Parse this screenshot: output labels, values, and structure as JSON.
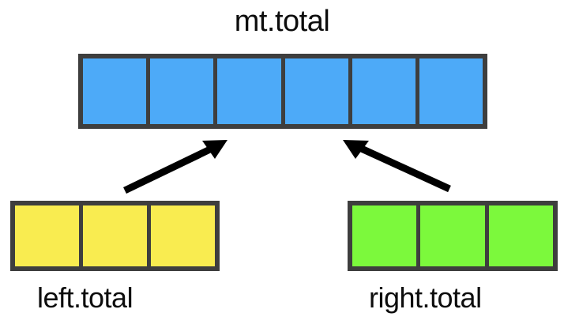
{
  "diagram": {
    "title_label": "mt.total",
    "background_color": "#ffffff",
    "border_color": "#3e3e3e",
    "arrow_color": "#000000",
    "arrays": [
      {
        "id": "mt-total",
        "label": "mt.total",
        "label_position": "above",
        "cell_count": 6,
        "fill_color": "#4daaf8"
      },
      {
        "id": "left-total",
        "label": "left.total",
        "label_position": "below",
        "cell_count": 3,
        "fill_color": "#f9ec50"
      },
      {
        "id": "right-total",
        "label": "right.total",
        "label_position": "below",
        "cell_count": 3,
        "fill_color": "#7cf93c"
      }
    ],
    "arrows": [
      {
        "id": "left-to-mt",
        "from": "left.total",
        "to": "mt.total",
        "direction": "up-right"
      },
      {
        "id": "right-to-mt",
        "from": "right.total",
        "to": "mt.total",
        "direction": "up-left"
      }
    ]
  }
}
